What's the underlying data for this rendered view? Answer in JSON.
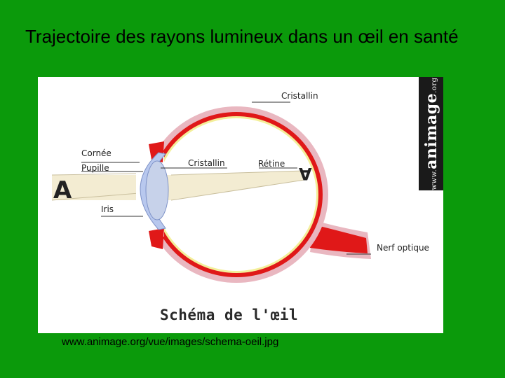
{
  "slide": {
    "title": "Trajectoire des rayons lumineux dans un œil en santé",
    "source": "www.animage.org/vue/images/schema-oeil.jpg"
  },
  "figure": {
    "caption": "Schéma de l'œil",
    "watermark": {
      "site": "animage",
      "prefix": "www.",
      "suffix": ".org"
    },
    "object_letter": "A",
    "image_letter": "A",
    "labels": {
      "cristallin_top": "Cristallin",
      "cornee": "Cornée",
      "pupille": "Pupille",
      "cristallin_mid": "Cristallin",
      "retine": "Rétine",
      "iris": "Iris",
      "nerf_optique": "Nerf optique"
    }
  },
  "colors": {
    "background": "#0b9a0b",
    "sclera": "#e9b7c0",
    "choroid": "#e01818",
    "retina": "#f3ef9a",
    "cornea": "#b8c8ee",
    "lens": "#c7d2ea",
    "beam": "#f3ecd2"
  }
}
